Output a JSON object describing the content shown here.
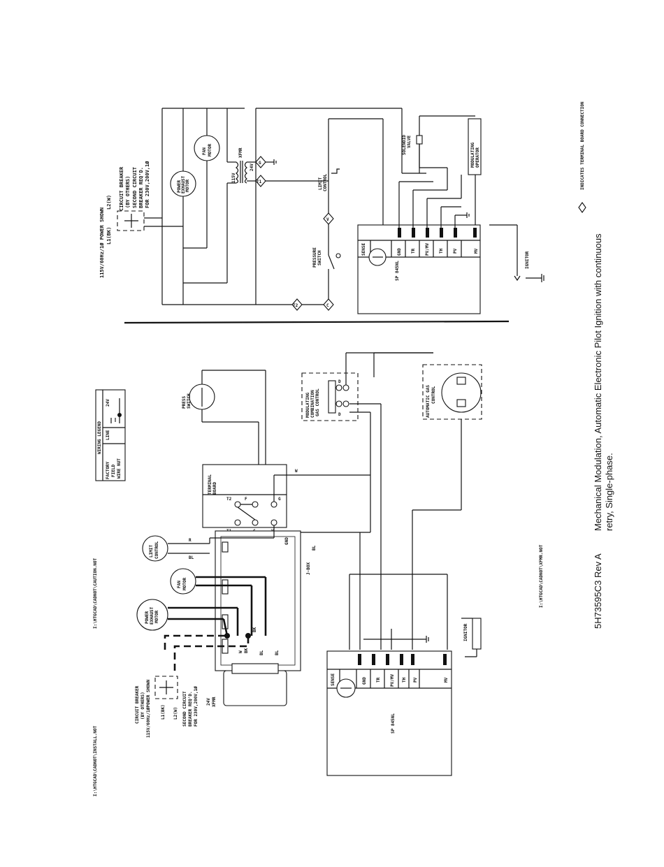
{
  "caption": {
    "doc_id": "5H73595C3  Rev A",
    "title_line1": "Mechanical Modulation, Automatic Electronic Pilot Ignition with continuous",
    "title_line2": "retry, Single-phase."
  },
  "file_refs": {
    "caution": "I:\\HTGCAD\\CADNOT\\CAUTION.NOT",
    "xfmr": "I:\\HTGCAD\\CADNOT\\XFMR.NOT",
    "install": "I:\\HTGCAD\\CADNOT\\INSTALL.NOT"
  },
  "legend_note": "INDICATES TERMINAL BOARD CONNECTION",
  "ladder": {
    "power_note": "115V/60Hz/1Ø POWER SHOWN",
    "l1": "L1(BK)",
    "l2": "L2(W)",
    "breaker": "CIRCUIT BREAKER",
    "breaker_sub": "(BY OTHERS)",
    "second_1": "SECOND CIRCUIT",
    "second_2": "BREAKER REQ'D.",
    "second_3": "FOR 230V,200V,1Ø",
    "exhaust_motor": [
      "POWER",
      "EXHAUST",
      "MOTOR"
    ],
    "fan_motor": [
      "FAN",
      "MOTOR"
    ],
    "xfmr": "XFMR",
    "v115": "115V",
    "v24": "24V",
    "limit": [
      "LIMIT",
      "CONTROL"
    ],
    "pressure": [
      "PRESSURE",
      "SWITCH"
    ],
    "solenoid": [
      "SOLENOID",
      "VALVE"
    ],
    "mod_operator": [
      "MODULATING",
      "OPERATOR"
    ],
    "module": "SP 845NL",
    "sense": "SENSE",
    "terms": [
      "GND",
      "TR",
      "PV/MV",
      "TH",
      "PV",
      "MV"
    ],
    "igniter": "IGNITOR",
    "tb": [
      "G",
      "T1",
      "V",
      "T2",
      "C"
    ]
  },
  "wiring": {
    "legend_title": "WIRING LEGEND",
    "rows": [
      {
        "name": "FACTORY",
        "sym_a": "LINE",
        "sym_b": "24V"
      },
      {
        "name": "FIELD",
        "sym_a": "",
        "sym_b": ""
      },
      {
        "name": "WIRE NUT",
        "sym_a": "",
        "sym_b": ""
      }
    ],
    "press_switch": [
      "PRESS",
      "SWITCH"
    ],
    "mod_combo": [
      "MODULATING",
      "COMBINATION",
      "GAS CONTROL"
    ],
    "auto_gas": [
      "AUTOMATIC GAS",
      "CONTROL"
    ],
    "terminal_board": [
      "TERMINAL",
      "BOARD"
    ],
    "tb_top": [
      "T2",
      "F",
      "G"
    ],
    "tb_bot": [
      "T1",
      "C",
      "V"
    ],
    "limit": [
      "LIMIT",
      "CONTROL"
    ],
    "fan": [
      "FAN",
      "MOTOR"
    ],
    "exhaust": [
      "POWER",
      "EXHAUST",
      "MOTOR"
    ],
    "jbox": "J-BOX",
    "gnd": "GND",
    "xfmr_24v": "24V",
    "xfmr": "XFMR",
    "ignitor": "IGNITOR",
    "module": "SP 845NL",
    "sense": "SENSE",
    "terms": [
      "GND",
      "TR",
      "PV/MV",
      "TH",
      "PV",
      "MV"
    ],
    "colors": [
      "BK",
      "W",
      "BL",
      "R"
    ],
    "breaker": "CIRCUIT BREAKER",
    "breaker_sub": "(BY OTHERS)",
    "power_note": "115V/60Hz/1ØPOWER SHOWN",
    "l1": "L1(BK)",
    "l2": "L2(W)",
    "second_1": "SECOND CIRCUIT",
    "second_2": "BREAKER REQ'D.",
    "second_3": "FOR 230V,200V,1Ø",
    "d_marks": [
      "D",
      "D"
    ]
  }
}
